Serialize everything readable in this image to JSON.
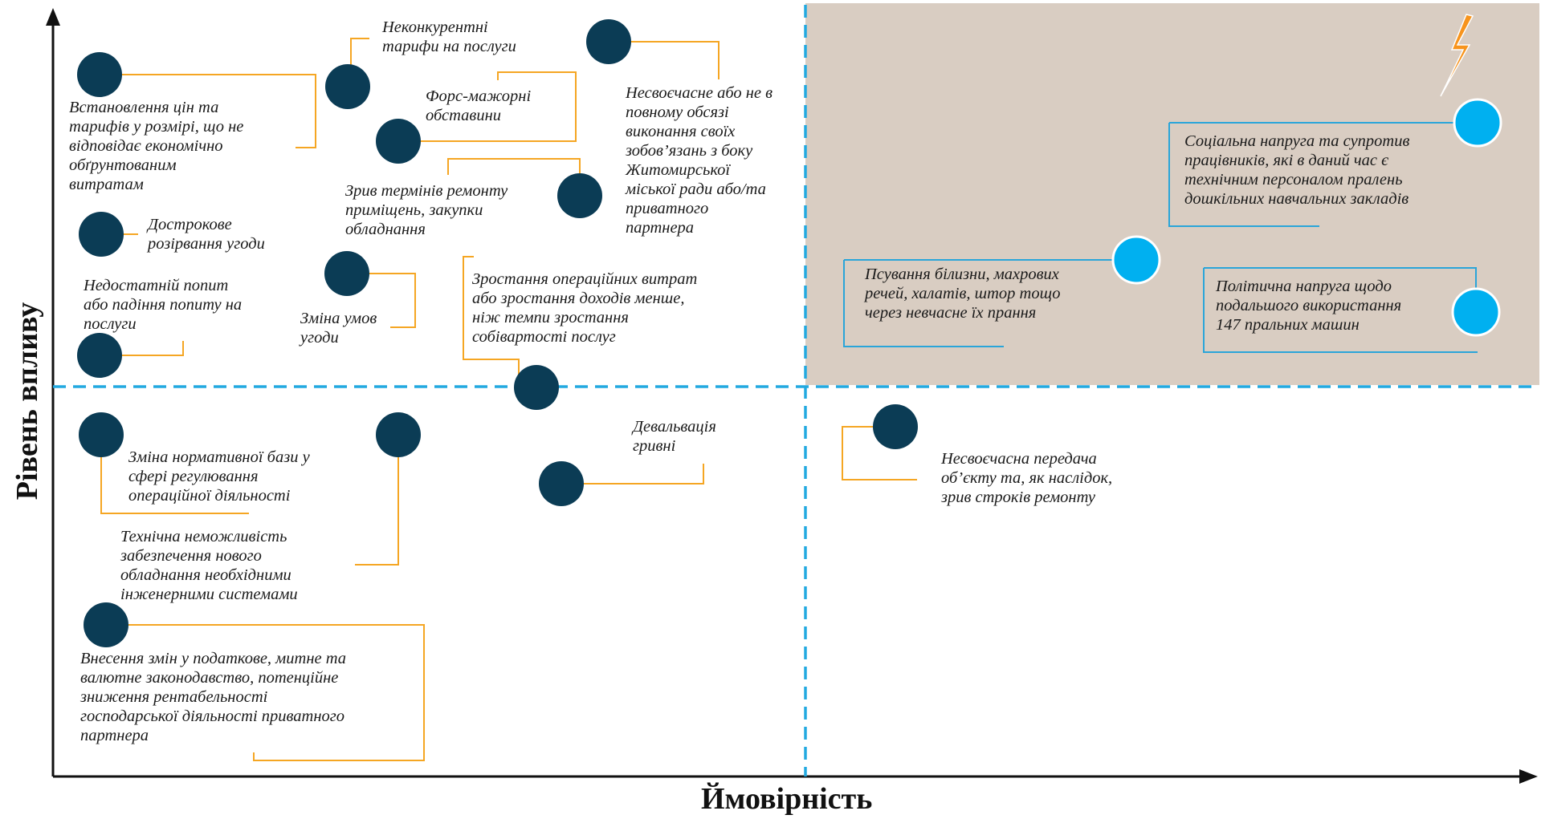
{
  "axes": {
    "x_title": "Ймовірність",
    "y_title": "Рівень впливу"
  },
  "colors": {
    "dark_node": "#0b3c55",
    "light_node": "#00b0f0",
    "connector": "#f5a623",
    "connector_blue": "#2aa5d9",
    "divider": "#22a9e0",
    "high_zone": "#d9cdc2",
    "axis": "#111111",
    "lightning": "#f7941d"
  },
  "risks": [
    {
      "id": "r1",
      "quadrant": "high-impact-low-probability",
      "text": "Неконкурентні\nтарифи на послуги"
    },
    {
      "id": "r2",
      "quadrant": "high-impact-low-probability",
      "text": "Встановлення цін та\nтарифів у розмірі, що не\nвідповідає економічно\nобґрунтованим\nвитратам"
    },
    {
      "id": "r3",
      "quadrant": "high-impact-low-probability",
      "text": "Форс-мажорні\nобставини"
    },
    {
      "id": "r4",
      "quadrant": "high-impact-low-probability",
      "text": "Несвоєчасне або не в\nповному обсязі\nвиконання своїх\nзобов’язань з боку\nЖитомирської\nміської ради або/та\nприватного\nпартнера"
    },
    {
      "id": "r5",
      "quadrant": "high-impact-low-probability",
      "text": "Зрив термінів ремонту\nприміщень, закупки\nобладнання"
    },
    {
      "id": "r6",
      "quadrant": "high-impact-low-probability",
      "text": "Дострокове\nрозірвання угоди"
    },
    {
      "id": "r7",
      "quadrant": "high-impact-low-probability",
      "text": "Недостатній попит\nабо падіння попиту на\nпослуги"
    },
    {
      "id": "r8",
      "quadrant": "high-impact-low-probability",
      "text": "Зміна умов\nугоди"
    },
    {
      "id": "r9",
      "quadrant": "high-impact-low-probability",
      "text": "Зростання операційних витрат\nабо зростання доходів менше,\nніж темпи зростання\nсобівартості послуг"
    },
    {
      "id": "r10",
      "quadrant": "low-impact-low-probability",
      "text": "Зміна нормативної бази у\nсфері регулювання\nопераційної діяльності"
    },
    {
      "id": "r11",
      "quadrant": "low-impact-low-probability",
      "text": "Технічна неможливість\nзабезпечення нового\nобладнання необхідними\nінженерними системами"
    },
    {
      "id": "r12",
      "quadrant": "low-impact-low-probability",
      "text": "Девальвація\nгривні"
    },
    {
      "id": "r13",
      "quadrant": "low-impact-low-probability",
      "text": "Внесення змін у податкове, митне та\nвалютне законодавство, потенційне\nзниження рентабельності\nгосподарської діяльності приватного\nпартнера"
    },
    {
      "id": "r14",
      "quadrant": "low-impact-high-probability",
      "text": "Несвоєчасна передача\nоб’єкту та, як наслідок,\nзрив строків ремонту"
    },
    {
      "id": "r15",
      "quadrant": "high-impact-high-probability",
      "text": "Соціальна напруга та супротив\nпрацівників, які в даний час є\nтехнічним персоналом пралень\nдошкільних навчальних закладів"
    },
    {
      "id": "r16",
      "quadrant": "high-impact-high-probability",
      "text": "Псування білизни, махрових\nречей, халатів, штор тощо\nчерез невчасне їх прання"
    },
    {
      "id": "r17",
      "quadrant": "high-impact-high-probability",
      "text": "Політична напруга щодо\nподальшого використання\n147 пральних машин"
    }
  ]
}
